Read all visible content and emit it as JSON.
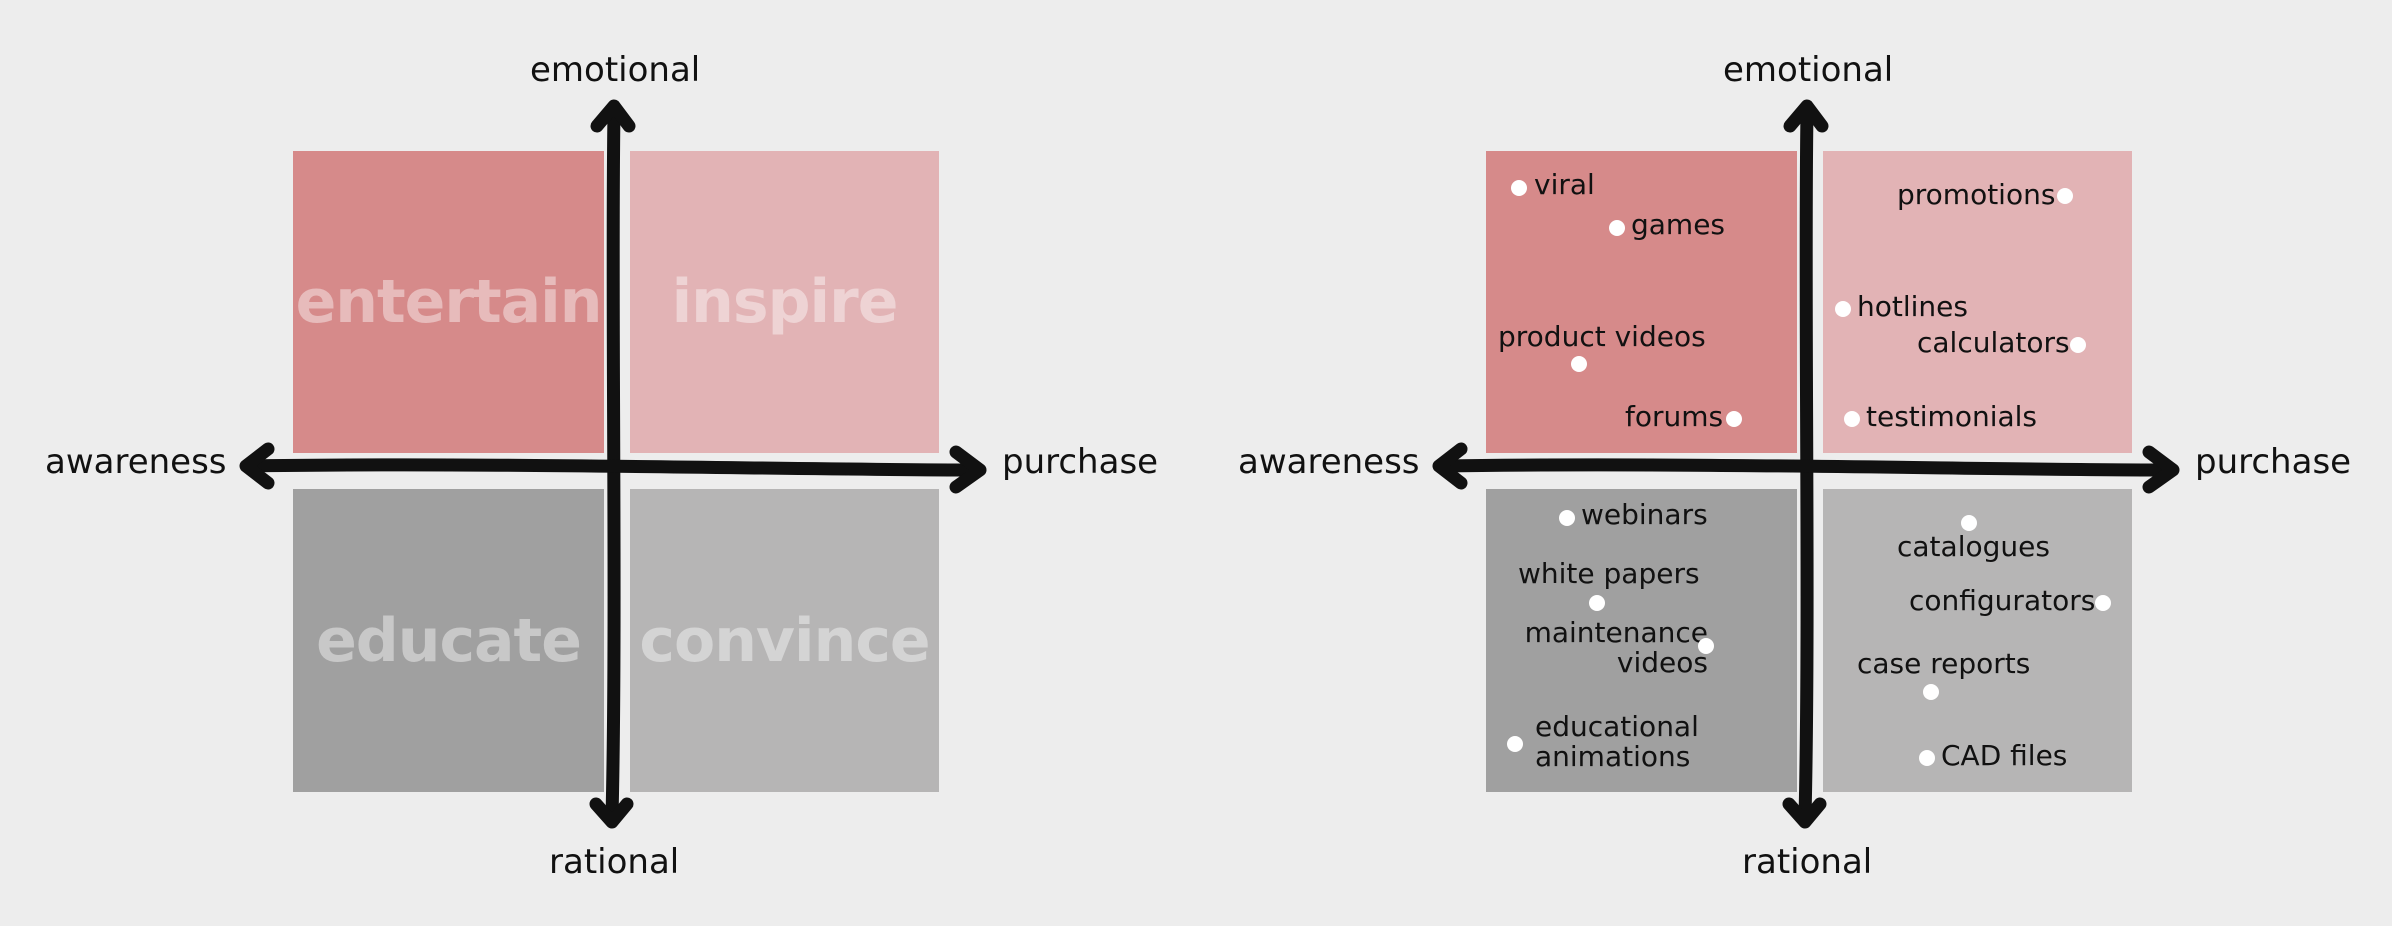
{
  "diagram_left": {
    "axes": {
      "top": "emotional",
      "bottom": "rational",
      "left": "awareness",
      "right": "purchase"
    },
    "quadrants": {
      "tl": "entertain",
      "tr": "inspire",
      "bl": "educate",
      "br": "convince"
    }
  },
  "diagram_right": {
    "axes": {
      "top": "emotional",
      "bottom": "rational",
      "left": "awareness",
      "right": "purchase"
    },
    "items": {
      "viral": "viral",
      "games": "games",
      "product_videos": "product videos",
      "forums": "forums",
      "promotions": "promotions",
      "hotlines": "hotlines",
      "calculators": "calculators",
      "testimonials": "testimonials",
      "webinars": "webinars",
      "white_papers": "white papers",
      "maintenance_videos_1": "maintenance",
      "maintenance_videos_2": "videos",
      "educational_animations_1": "educational",
      "educational_animations_2": "animations",
      "catalogues": "catalogues",
      "configurators": "configurators",
      "case_reports": "case reports",
      "cad_files": "CAD files"
    }
  },
  "colors": {
    "entertain": "#d68a8a",
    "inspire": "#e2b3b5",
    "educate": "#a0a0a0",
    "convince": "#b6b5b5",
    "background": "#ededed",
    "axis": "#111111"
  },
  "icons": [
    "arrow-up-icon",
    "arrow-down-icon",
    "arrow-left-icon",
    "arrow-right-icon",
    "dot-icon"
  ]
}
